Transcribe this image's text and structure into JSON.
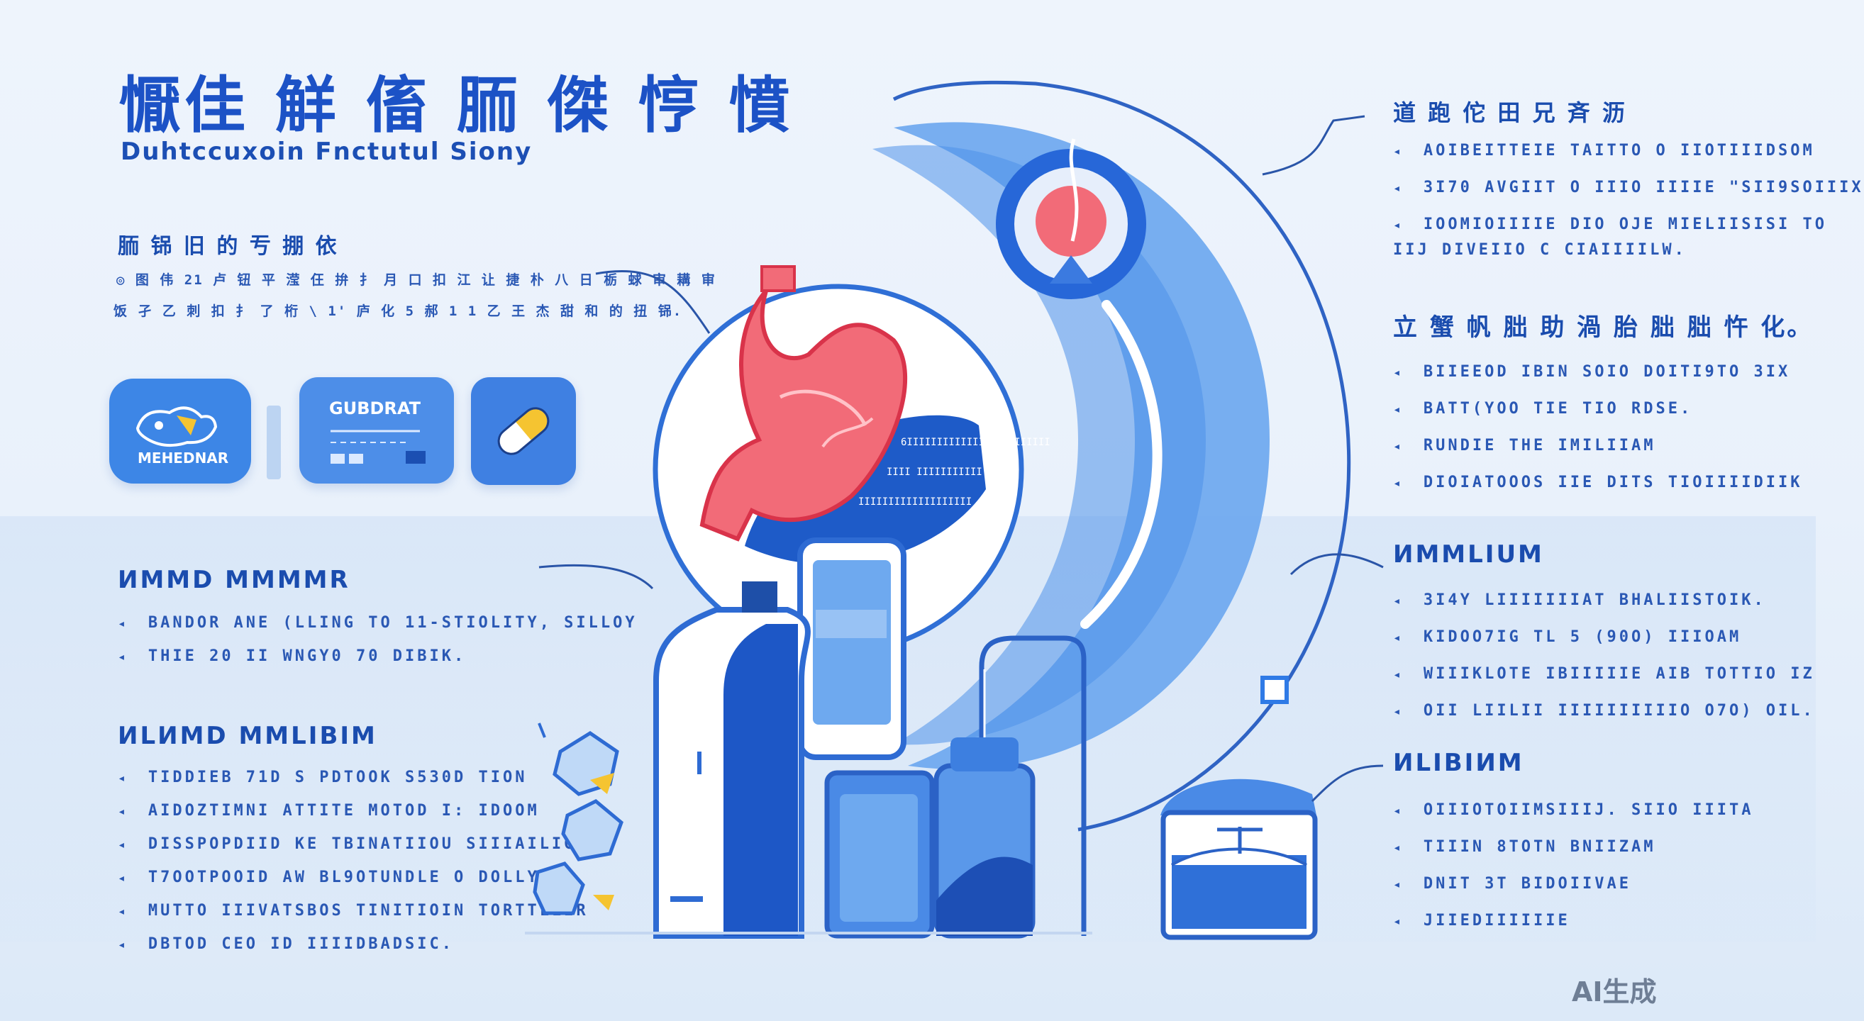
{
  "header": {
    "title": "懨佳 觧 傗 胹 傑 悙 憤",
    "subtitle": "Duhtccuxoin Fnctutul Siony"
  },
  "left": {
    "intro_heading": "胹 铞 旧 的 亐 掤 依",
    "intro_lines": [
      "◎  图 伟 21 卢 钮 平 滢 仼 拚 扌 月 口 扣 江 让 捷 朴 八  日 栃 蛷 审 耩 审",
      "饭 孑 乙 刺 扣 扌 了 桁 \\ 1' 庐 化  5 郝 1 1 乙 王 杰 甜 和 的 扭 铞."
    ],
    "cards": [
      {
        "label": "MEHEDNAR"
      },
      {
        "label": "GUBDRAT"
      },
      {
        "label": ""
      }
    ],
    "section2": {
      "heading": "ИMMD  MMMMR",
      "items": [
        "BANDOR ANE (LLING TO 11-STIOLITY, SILLOY",
        "THIE 20 II WNGY0 70 DIBIK."
      ]
    },
    "section3": {
      "heading": "ИLИMD  MMLIBIM",
      "items": [
        "TIDDIEB  71D S  PDTOOK  S530D TION",
        "AIDOZTIMNI ATTITE  MOTOD I:  IDOOM",
        "DISSPOPDIID KE  TBINATIIOU SIIIAILIG",
        "T7OOTPOOID AW  BL9OTUNDLE  O  DOLLY",
        "MUTTO  IIIVATSBOS  TINITIOIN TORTTLLER",
        "DBTOD CEO ID IIIIDBADSIC."
      ]
    }
  },
  "right": {
    "block1": {
      "heading": "道 跑 佗 田  兄 斉 沥",
      "items": [
        "AOIBEITTEIE  TAITTO  O IIOTIIIDSOM",
        "3I70 AVGIIT  O IIIO IIIIE  \"SII9SOIIIX",
        "IOOMIOIIIIE  DIO  OJE  MIELIISISI TO"
      ],
      "continuation": "IIJ  DIVEIIO  C  CIAIIIILW."
    },
    "block2": {
      "heading": "立 蟹 帆 胐 助  渦 胎 胐 胐 忤 化。",
      "items": [
        "BIIEEOD IBIN  SOIO DOITI9TO 3IX",
        "BATT(YOO  TIE  TIO  RDSE.",
        "RUNDIE  THE  IMILIIAM",
        "DIOIATOOOS  IIE  DITS  TIOIIIIDIIK"
      ]
    },
    "block3": {
      "heading": "ИMMLIUM",
      "items": [
        "3I4Y  LIIIIIIIAT  BHALIISTOIK.",
        "KIDOO7IG  TL  5 (90O) IIIOAM",
        "WIIIKLOTE  IBIIIIIE  AIB  TOTTIO IZ",
        "OII  LIILII IIIIIIIIIIO  O7O) OIL."
      ]
    },
    "block4": {
      "heading": "ИLIBIИM",
      "items": [
        "OIIIOTOIIMSIIIJ.  SIIO  IIITA",
        "TIIIN  8TOTN  BNIIZAM",
        "DNIT  3T  BIDOIIVAE",
        "JIIEDIIIIIIE"
      ]
    }
  },
  "diagram": {
    "labels": [
      "6IIIIIIIIIIIIIIIIIIIIIIII",
      "IIII IIIIIIIIIII",
      "IIIIIIIIIIIIIIIIIII"
    ]
  },
  "watermark": "AI生成",
  "colors": {
    "primary": "#1c52c6",
    "accent": "#3d86e6",
    "stomach": "#f26b78",
    "pill_yellow": "#f5c431",
    "background": "#eef4fc"
  },
  "icons": [
    "stomach-icon",
    "pill-icon",
    "bottle-icon",
    "phone-icon",
    "jar-icon",
    "box-icon",
    "ice-cube-icon",
    "pulse-icon"
  ]
}
